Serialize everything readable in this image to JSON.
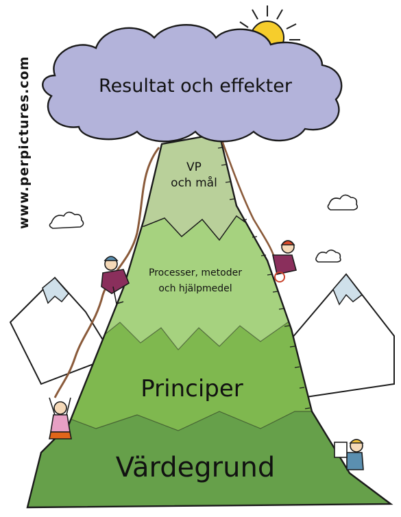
{
  "credit": "www.perpictures.com",
  "cloud_label": "Resultat och effekter",
  "layers": [
    {
      "id": "vp",
      "lines": [
        "VP",
        "och mål"
      ]
    },
    {
      "id": "processer",
      "lines": [
        "Processer, metoder",
        "och hjälpmedel"
      ]
    },
    {
      "id": "principer",
      "lines": [
        "Principer"
      ]
    },
    {
      "id": "vardegrund",
      "lines": [
        "Värdegrund"
      ]
    }
  ],
  "colors": {
    "cloud": "#b3b3da",
    "sun": "#f6cd2c",
    "layer_vp": "#b9d09a",
    "layer_processer": "#a6d27f",
    "layer_principer": "#7fb84f",
    "layer_vardegrund": "#66a04a",
    "snow_mountain": "#cfe0ea",
    "outline": "#1a1a1a"
  },
  "icons": [
    "sun-icon",
    "cloud-icon",
    "rope-icon",
    "climber-icon",
    "hiker-icon"
  ]
}
